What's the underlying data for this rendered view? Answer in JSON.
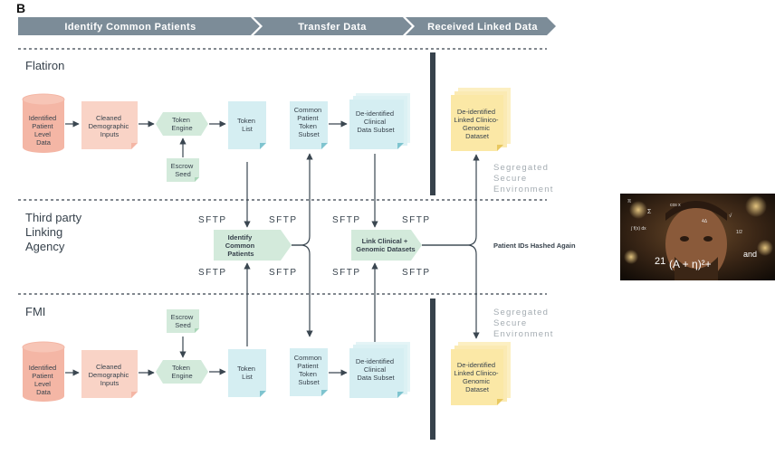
{
  "panel_label": "B",
  "phases": [
    "Identify Common Patients",
    "Transfer Data",
    "Received Linked Data"
  ],
  "rows": {
    "flatiron": "Flatiron",
    "linking": [
      "Third party",
      "Linking",
      "Agency"
    ],
    "fmi": "FMI"
  },
  "nodes": {
    "patient_data": [
      "Identified",
      "Patient",
      "Level",
      "Data"
    ],
    "cleaned": [
      "Cleaned",
      "Demographic",
      "Inputs"
    ],
    "token_engine": [
      "Token",
      "Engine"
    ],
    "escrow_seed": [
      "Escrow",
      "Seed"
    ],
    "token_list": [
      "Token",
      "List"
    ],
    "common_subset": [
      "Common",
      "Patient",
      "Token",
      "Subset"
    ],
    "deidentified": [
      "De-identified",
      "Clinical",
      "Data Subset"
    ],
    "linked_dataset": [
      "De-identified",
      "Linked Clinico-",
      "Genomic",
      "Dataset"
    ],
    "identify_common": [
      "Identify",
      "Common",
      "Patients"
    ],
    "link_clinical": [
      "Link Clinical +",
      "Genomic Datasets"
    ]
  },
  "sftp": "SFTP",
  "segregated": [
    "Segregated",
    "Secure",
    "Environment"
  ],
  "hashed_again": "Patient IDs Hashed Again",
  "photo": {
    "formula_a": "(A + η)²+",
    "formula_b": "and",
    "formula_c": "21"
  },
  "colors": {
    "phase_bar": "#7c8c98",
    "patient_data": "#f4b6a5",
    "cleaned": "#f9d3c6",
    "token_engine": "#d3eadb",
    "escrow_seed": "#d3eadb",
    "token_list": "#d5eef2",
    "common_subset": "#d5eef2",
    "deidentified": "#d5eef2",
    "linked_dataset": "#fbe8a6",
    "link_agency": "#d3eadb",
    "divider": "#37424c",
    "arrow": "#3a4650",
    "segregated_text": "#a4acb2"
  }
}
